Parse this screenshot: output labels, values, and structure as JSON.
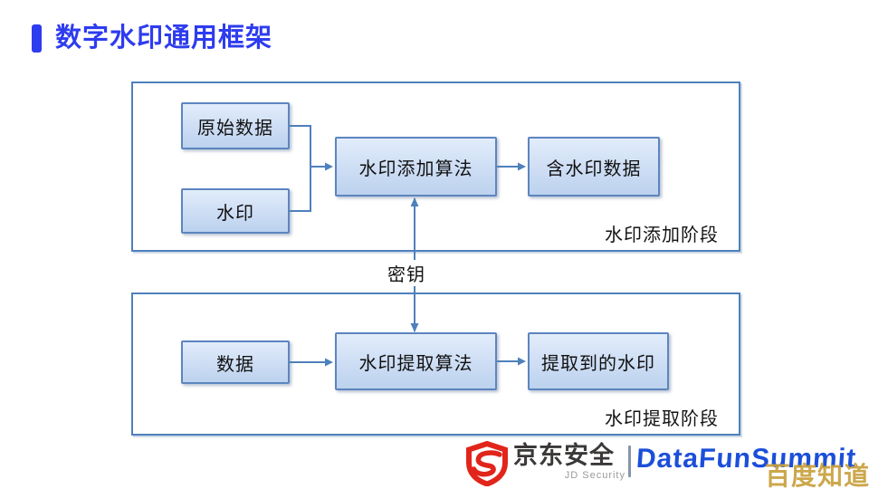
{
  "title": "数字水印通用框架",
  "diagram": {
    "embed_phase": {
      "nodes": {
        "original_data": "原始数据",
        "watermark": "水印",
        "embed_algorithm": "水印添加算法",
        "watermarked_data": "含水印数据"
      },
      "phase_label": "水印添加阶段"
    },
    "key_label": "密钥",
    "extract_phase": {
      "nodes": {
        "data": "数据",
        "extract_algorithm": "水印提取算法",
        "extracted_watermark": "提取到的水印"
      },
      "phase_label": "水印提取阶段"
    }
  },
  "footer": {
    "jd_security": {
      "icon": "jd-shield-icon",
      "name_cn": "京东安全",
      "name_en": "JD Security"
    },
    "datafun_logo": "DataFunSummit",
    "watermark_overlay": "百度知道"
  },
  "colors": {
    "title_blue": "#2e3cef",
    "frame_border": "#4e80bc",
    "node_border": "#5c85c0",
    "node_fill_top": "#e2edfb",
    "node_fill_bottom": "#bcd2ee",
    "connector": "#4e80bc",
    "jd_red": "#e1251b",
    "datafun_blue": "#1b4fd9",
    "watermark_gold": "#c9a13e"
  }
}
